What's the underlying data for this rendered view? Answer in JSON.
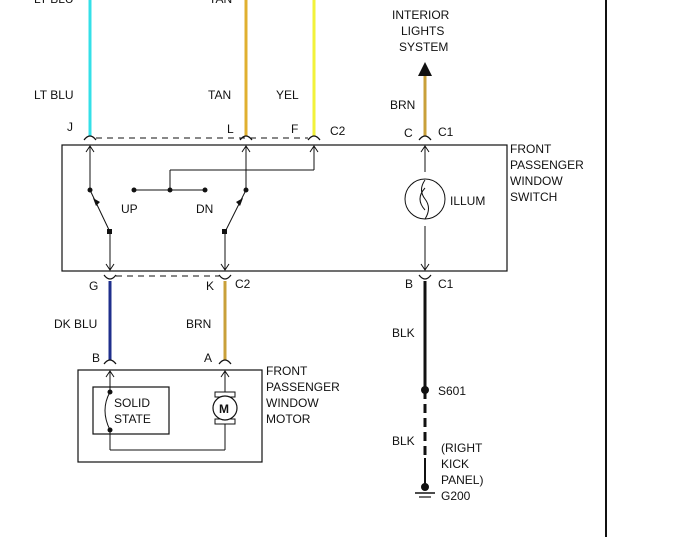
{
  "wires": {
    "top_left_color": "LT BLU",
    "top_mid_color": "TAN",
    "lt_blu": "LT BLU",
    "tan": "TAN",
    "yel": "YEL",
    "brn_top": "BRN",
    "dk_blu": "DK BLU",
    "brn_bottom": "BRN",
    "blk_upper": "BLK",
    "blk_lower": "BLK"
  },
  "colors": {
    "lt_blu": "#34e0e8",
    "tan": "#e0b030",
    "yel": "#f2f23a",
    "brn": "#c9a03a",
    "dk_blu": "#1f2f8c",
    "blk": "#111111"
  },
  "connectors": {
    "pin_j": "J",
    "pin_l": "L",
    "pin_f": "F",
    "c2_top": "C2",
    "pin_c": "C",
    "c1_top": "C1",
    "pin_g": "G",
    "pin_k": "K",
    "c2_bottom": "C2",
    "pin_b_switch": "B",
    "c1_bottom": "C1",
    "motor_pin_b": "B",
    "motor_pin_a": "A"
  },
  "interior_lights": {
    "line1": "INTERIOR",
    "line2": "LIGHTS",
    "line3": "SYSTEM"
  },
  "switch": {
    "line1": "FRONT",
    "line2": "PASSENGER",
    "line3": "WINDOW",
    "line4": "SWITCH",
    "up": "UP",
    "dn": "DN",
    "illum": "ILLUM"
  },
  "motor": {
    "line1": "FRONT",
    "line2": "PASSENGER",
    "line3": "WINDOW",
    "line4": "MOTOR",
    "solid1": "SOLID",
    "solid2": "STATE",
    "m": "M"
  },
  "splice": "S601",
  "ground": {
    "kick1": "(RIGHT",
    "kick2": "KICK",
    "kick3": "PANEL)",
    "g200": "G200"
  }
}
